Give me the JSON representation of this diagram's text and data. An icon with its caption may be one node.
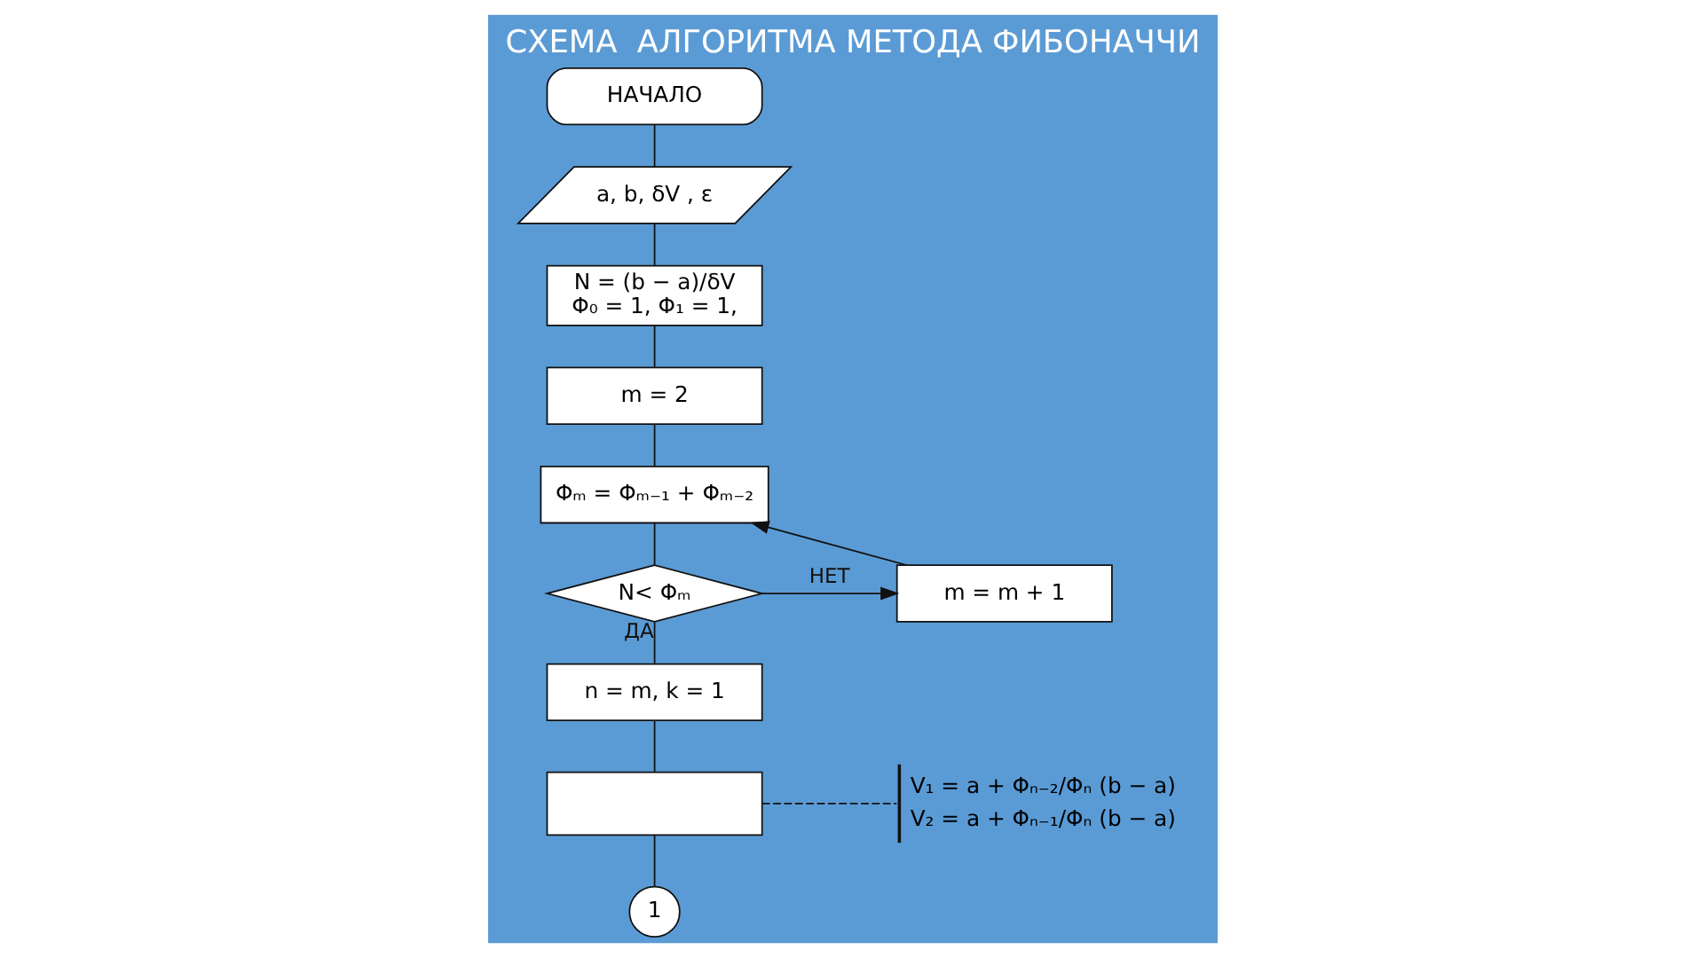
{
  "diagram": {
    "title": "СХЕМА  АЛГОРИТМА МЕТОДА ФИБОНАЧЧИ",
    "nodes": [
      {
        "text": [
          "НАЧАЛО"
        ]
      },
      {
        "text": [
          "a, b, δV , ε"
        ]
      },
      {
        "text": [
          "N = (b − a)/δV",
          "Φ₀ = 1, Φ₁ = 1,"
        ]
      },
      {
        "text": [
          "m = 2"
        ]
      },
      {
        "text": [
          "Φₘ = Φₘ₋₁ + Φₘ₋₂"
        ]
      },
      {
        "text": [
          "N< Φₘ"
        ]
      },
      {
        "text": [
          "m = m + 1"
        ]
      },
      {
        "text": [
          "n = m, k = 1"
        ]
      },
      {
        "text": [],
        "shape": "box"
      },
      {
        "text": [
          "1"
        ]
      },
      {
        "text": [
          "V₁ = a + Φₙ₋₂/Φₙ (b − a)",
          "V₂ = a + Φₙ₋₁/Φₙ (b − a)"
        ]
      }
    ],
    "edges": [
      {
        "from": 0,
        "to": 1,
        "arrow": "none"
      },
      {
        "from": 1,
        "to": 2,
        "arrow": "none"
      },
      {
        "from": 2,
        "to": 3,
        "arrow": "none"
      },
      {
        "from": 3,
        "to": 4,
        "arrow": "none"
      },
      {
        "from": 4,
        "to": 5,
        "arrow": "none"
      },
      {
        "from": 5,
        "to": 6,
        "arrow": "to",
        "label": "НЕТ"
      },
      {
        "from": 6,
        "to": 4,
        "arrow": "to"
      },
      {
        "from": 5,
        "to": 7,
        "arrow": "none",
        "label": "ДА"
      },
      {
        "from": 7,
        "to": 8,
        "arrow": "none"
      },
      {
        "from": 8,
        "to": 9,
        "arrow": "none"
      },
      {
        "from": 8,
        "to": 10,
        "arrow": "none",
        "style": "dashed"
      }
    ]
  }
}
